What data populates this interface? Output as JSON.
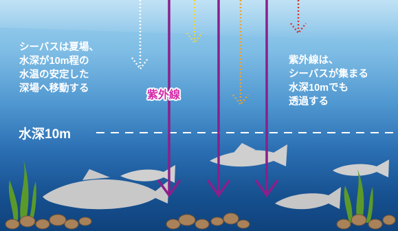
{
  "left_note": [
    "シーバスは夏場、",
    "水深が10m程の",
    "水温の安定した",
    "深場へ移動する"
  ],
  "right_note": [
    "紫外線は、",
    "シーバスが集まる",
    "水深10mでも",
    "透過する"
  ],
  "uv_label": "紫外線",
  "depth_label": "水深10m",
  "colors": {
    "uv_arrow": "#8c1f8a",
    "uv_label": "#d42aa8",
    "water_top": "#9fd2ef",
    "water_bottom": "#0f427c",
    "fish": "#c8c8c8",
    "seaweed": "#5b9a2a",
    "rocks": "#a9825a"
  }
}
